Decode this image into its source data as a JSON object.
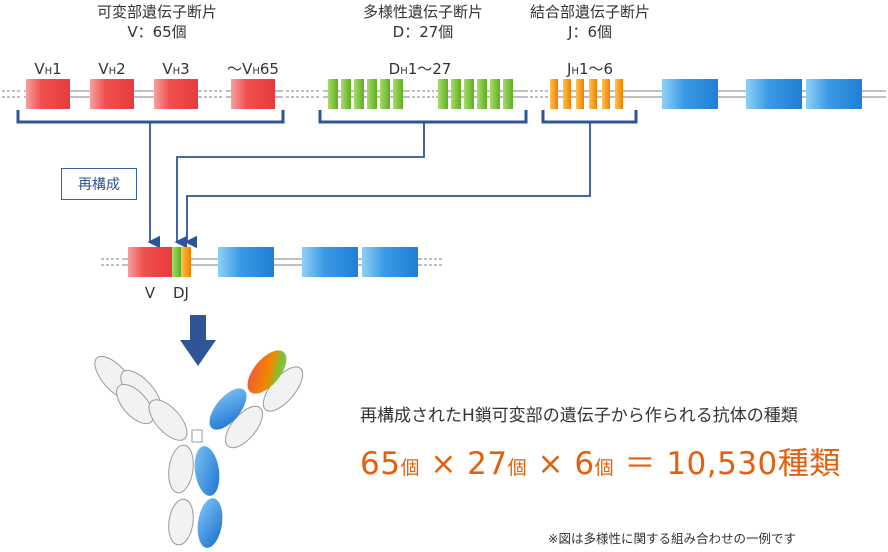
{
  "groups": {
    "v": {
      "title": "可変部遺伝子断片",
      "count": "V：65個"
    },
    "d": {
      "title": "多様性遺伝子断片",
      "count": "D：27個"
    },
    "j": {
      "title": "結合部遺伝子断片",
      "count": "J：6個"
    }
  },
  "segment_labels": {
    "vh1": {
      "main": "V",
      "sub": "H",
      "num": "1"
    },
    "vh2": {
      "main": "V",
      "sub": "H",
      "num": "2"
    },
    "vh3": {
      "main": "V",
      "sub": "H",
      "num": "3"
    },
    "vh65": {
      "pre": "〜",
      "main": "V",
      "sub": "H",
      "num": "65"
    },
    "dh": {
      "main": "D",
      "sub": "H",
      "num": "1〜27"
    },
    "jh": {
      "main": "J",
      "sub": "H",
      "num": "1〜6"
    }
  },
  "recombination_label": "再構成",
  "rearranged_labels": {
    "v": "V",
    "dj": "DJ"
  },
  "caption": "再構成されたH鎖可変部の遺伝子から作られる抗体の種類",
  "formula": {
    "n1": "65",
    "unit": "個",
    "times": "×",
    "n2": "27",
    "n3": "6",
    "equals": "＝",
    "total": "10,530",
    "total_unit": "種類"
  },
  "note": "※図は多様性に関する組み合わせの一例です",
  "colors": {
    "v_segment": "#f04a4a",
    "d_segment": "#6cba2a",
    "j_segment": "#f08a00",
    "constant": "#2f8fe0",
    "bracket": "#2e5597",
    "emphasis": "#e5600a"
  }
}
